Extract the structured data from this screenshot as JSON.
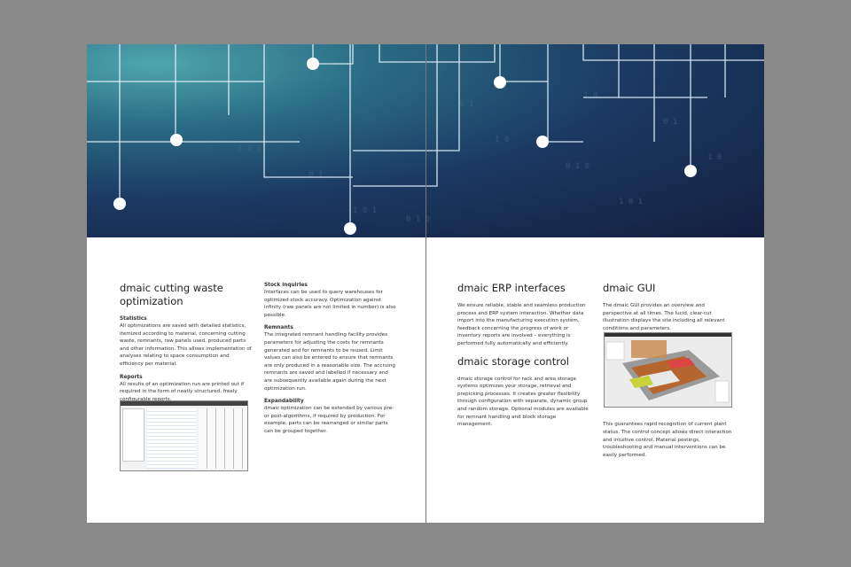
{
  "left": {
    "title": "dmaic cutting waste optimization",
    "statistics": {
      "heading": "Statistics",
      "text": "All optimizations are saved with detailed statistics, itemized according to material, concerning cutting waste, remnants, raw panels used, produced parts and other information. This allows implementation of analyses relating to space consumption and efficiency per material."
    },
    "reports": {
      "heading": "Reports",
      "text": "All results of an optimization run are printed out if required in the form of neatly structured, freely configurable reports."
    },
    "stock": {
      "heading": "Stock inquiries",
      "text": "Interfaces can be used to query warehouses for optimized stock accuracy. Optimization against infinity (raw panels are not limited in number) is also possible."
    },
    "remnants": {
      "heading": "Remnants",
      "text": "The integrated remnant handling facility provides parameters for adjusting the costs for remnants generated and for remnants to be reused. Limit values can also be entered to ensure that remnants are only produced in a reasonable size. The accruing remnants are saved and labelled if necessary and are subsequently available again during the next optimization run."
    },
    "expandability": {
      "heading": "Expandability",
      "text": "dmaic optimization can be extended by various pre- or post-algorithms, if required by production. For example, parts can be rearranged or similar parts can be grouped together."
    }
  },
  "right": {
    "erp": {
      "title": "dmaic ERP interfaces",
      "text": "We ensure reliable, stable and seamless production process and ERP system interaction. Whether data import into the manufacturing execution system, feedback concerning the progress of work or inventory reports are involved – everything is performed fully automatically and efficiently."
    },
    "storage": {
      "title": "dmaic storage control",
      "text": "dmaic storage control for rack and area storage systems optimizes your storage, retrieval and prepicking processes. It creates greater flexibility through configuration with separate, dynamic group and random storage. Optional modules are available for remnant handling and block storage management."
    },
    "gui": {
      "title": "dmaic GUI",
      "intro": "The dmaic GUI provides an overview and perspective at all times. The lucid, clear-cut illustration displays the site including all relevant conditions and parameters.",
      "outro": "This guarantees rapid recognition of current plant status. The control concept allows direct interaction and intuitive control. Material postings, troubleshooting and manual interventions can be easily performed."
    }
  }
}
